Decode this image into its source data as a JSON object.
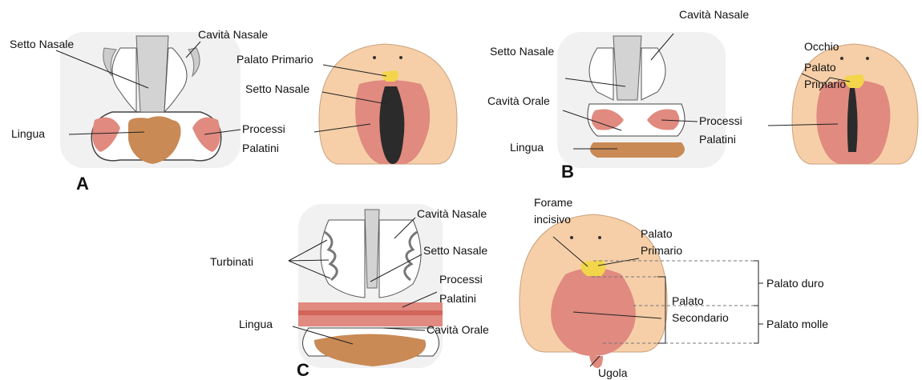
{
  "colors": {
    "tongue": "#c98a55",
    "palatine_process": "#e08a80",
    "primary_palate": "#f2d54a",
    "skin": "#f6cfa8",
    "gray_tissue": "#cfcfcf",
    "nasal_cavity_dark": "#2b2b2b"
  },
  "panels": {
    "a": {
      "letter": "A",
      "labels": {
        "nasal_septum": "Setto Nasale",
        "nasal_cavity": "Cavità Nasale",
        "tongue": "Lingua",
        "primary_palate": "Palato Primario",
        "nasal_septum_right": "Setto Nasale",
        "palatine_processes_l1": "Processi",
        "palatine_processes_l2": "Palatini"
      }
    },
    "b": {
      "letter": "B",
      "labels": {
        "nasal_cavity": "Cavità Nasale",
        "nasal_septum": "Setto Nasale",
        "oral_cavity": "Cavità Orale",
        "tongue": "Lingua",
        "palatine_processes_l1": "Processi",
        "palatine_processes_l2": "Palatini",
        "eye": "Occhio",
        "primary_palate_l1": "Palato",
        "primary_palate_l2": "Primario"
      }
    },
    "c": {
      "letter": "C",
      "labels": {
        "nasal_cavity": "Cavità Nasale",
        "turbinates": "Turbinati",
        "nasal_septum": "Setto Nasale",
        "palatine_processes_l1": "Processi",
        "palatine_processes_l2": "Palatini",
        "tongue": "Lingua",
        "oral_cavity": "Cavità Orale",
        "incisive_foramen_l1": "Forame",
        "incisive_foramen_l2": "incisivo",
        "primary_palate_l1": "Palato",
        "primary_palate_l2": "Primario",
        "secondary_palate_l1": "Palato",
        "secondary_palate_l2": "Secondario",
        "hard_palate": "Palato duro",
        "soft_palate": "Palato molle",
        "uvula": "Ugola"
      }
    }
  }
}
